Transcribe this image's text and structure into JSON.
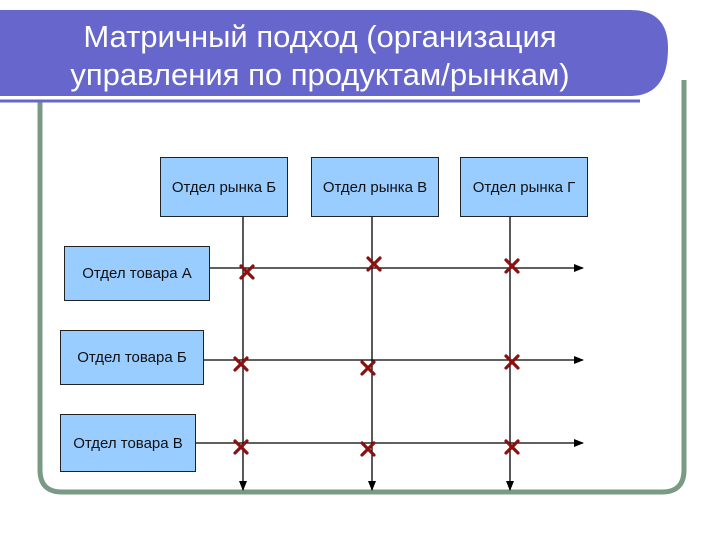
{
  "title": {
    "line1": "Матричный подход (организация",
    "line2": "управления по продуктам/рынкам)"
  },
  "market_departments": [
    {
      "label": "Отдел рынка Б"
    },
    {
      "label": "Отдел рынка В"
    },
    {
      "label": "Отдел рынка Г"
    }
  ],
  "product_departments": [
    {
      "label": "Отдел товара А"
    },
    {
      "label": "Отдел товара Б"
    },
    {
      "label": "Отдел товара В"
    }
  ],
  "colors": {
    "header": "#6666cc",
    "frame": "#7a9a86",
    "box": "#99ccff",
    "cross": "#8b1010",
    "line": "#000000"
  }
}
